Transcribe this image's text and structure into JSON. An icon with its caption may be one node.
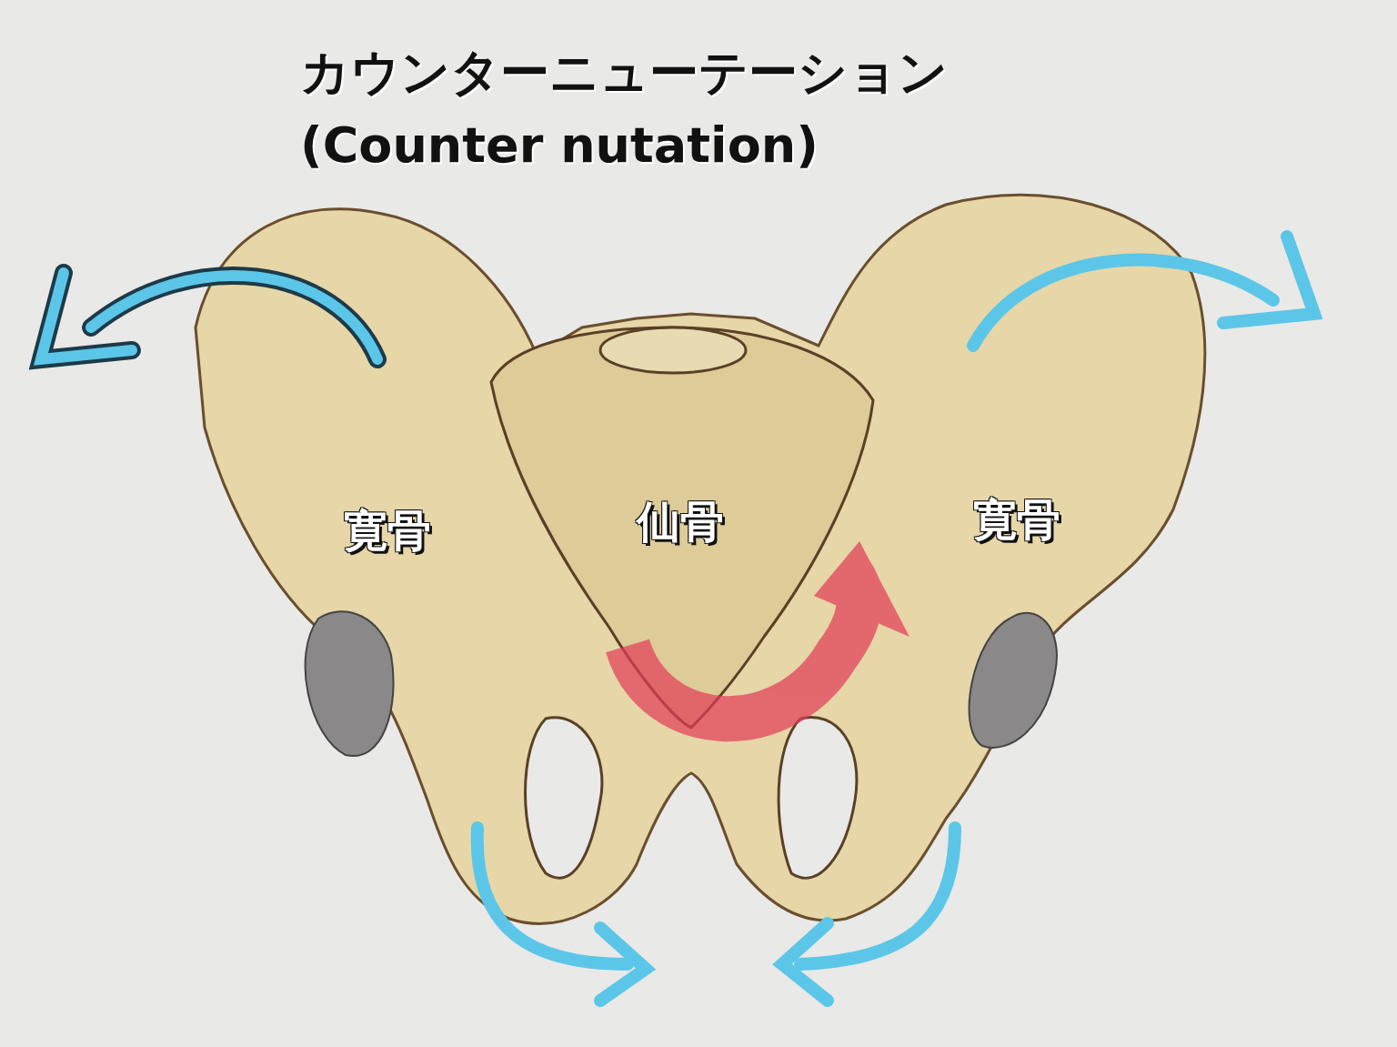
{
  "diagram": {
    "title": "カウンターニューテーション (Counter nutation)",
    "labels": [
      "寛骨",
      "仙骨",
      "寛骨"
    ]
  }
}
